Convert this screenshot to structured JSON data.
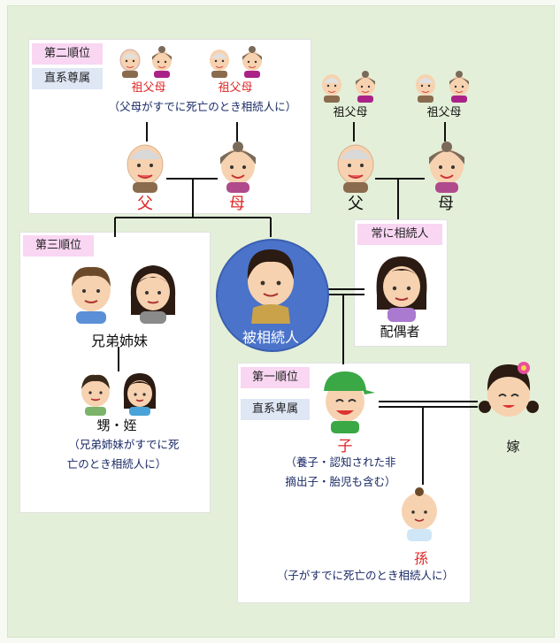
{
  "tags": {
    "second_rank": "第二順位",
    "direct_ascendant": "直系尊属",
    "third_rank": "第三順位",
    "always_heir": "常に相続人",
    "first_rank": "第一順位",
    "direct_descendant": "直系卑属"
  },
  "labels": {
    "grandparents_left_1": "祖父母",
    "grandparents_left_2": "祖父母",
    "grandparents_right_1": "祖父母",
    "grandparents_right_2": "祖父母",
    "father_left": "父",
    "mother_left": "母",
    "father_right": "父",
    "mother_right": "母",
    "siblings": "兄弟姉妹",
    "nephew_niece": "甥・姪",
    "decedent": "被相続人",
    "spouse": "配偶者",
    "child": "子",
    "daughter_in_law": "嫁",
    "grandchild": "孫"
  },
  "notes": {
    "grandparents": "（父母がすでに死亡のとき相続人に）",
    "nephew_line1": "（兄弟姉妹がすでに死",
    "nephew_line2": "亡のとき相続人に）",
    "child_line1": "（養子・認知された非",
    "child_line2": "摘出子・胎児も含む）",
    "grandchild": "（子がすでに死亡のとき相続人に）"
  },
  "colors": {
    "heir_text": "#e02424",
    "normal_text": "#111111",
    "note_text": "#1a2a66",
    "rank_tag": "#f9d6f2",
    "lineage_tag": "#dfe7f5",
    "background": "#e3efd8",
    "decedent_circle": "#4a73c9"
  },
  "icons": [
    "grandfather-icon",
    "grandmother-icon",
    "father-icon",
    "mother-icon",
    "brother-icon",
    "sister-icon",
    "nephew-icon",
    "niece-icon",
    "decedent-icon",
    "spouse-icon",
    "child-icon",
    "daughter-in-law-icon",
    "grandchild-icon"
  ]
}
